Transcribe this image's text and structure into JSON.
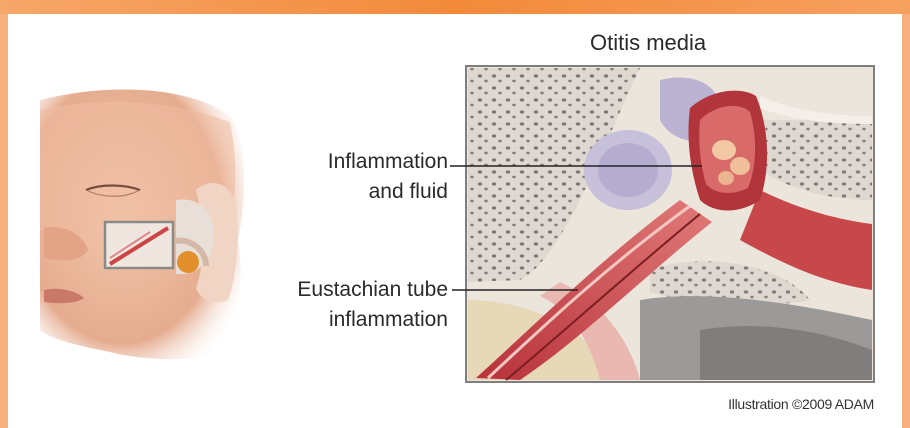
{
  "illustration": {
    "title": "Otitis media",
    "labels": {
      "inflammation_line1": "Inflammation",
      "inflammation_line2": "and fluid",
      "eustachian_line1": "Eustachian tube",
      "eustachian_line2": "inflammation"
    },
    "credit": "Illustration ©2009 ADAM"
  },
  "colors": {
    "frame_orange": "#f08a3c",
    "frame_pale": "#fde8d6",
    "skin": "#e9b79c",
    "bone": "#e8e1d6",
    "tissue_red": "#c8474a",
    "text": "#2a2a2a"
  }
}
